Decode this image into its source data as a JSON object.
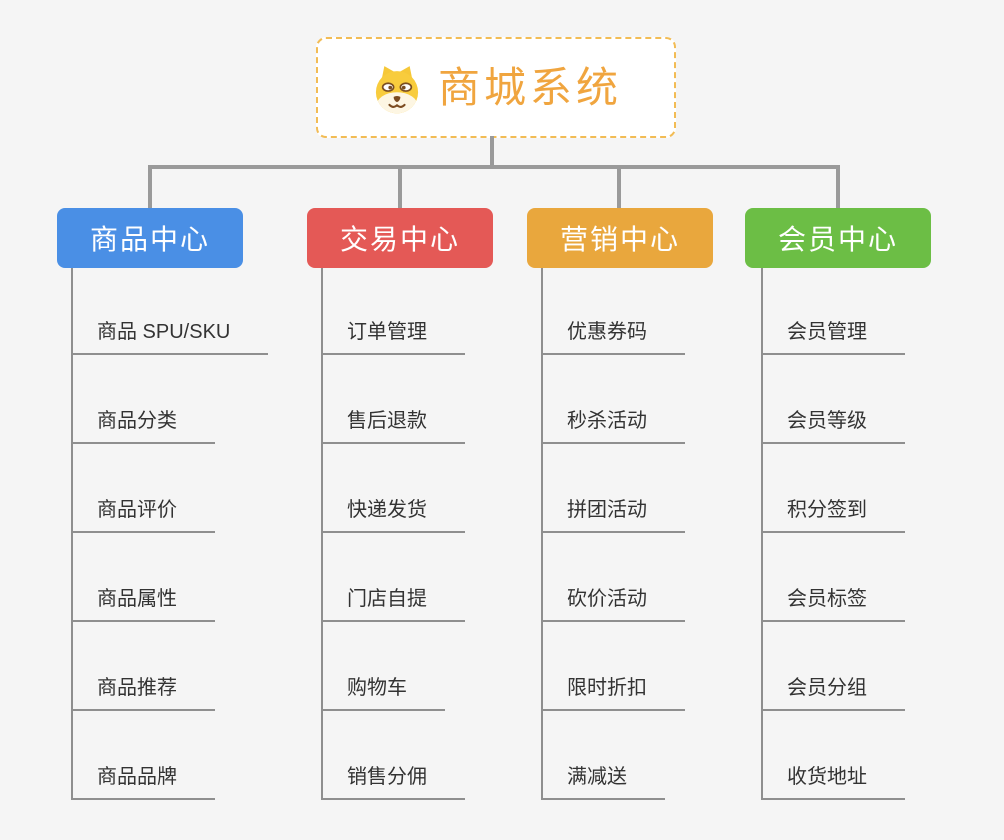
{
  "root": {
    "title": "商城系统",
    "icon": "dog-face-icon"
  },
  "branches": [
    {
      "label": "商品中心",
      "color": "#4A8FE5",
      "items": [
        "商品 SPU/SKU",
        "商品分类",
        "商品评价",
        "商品属性",
        "商品推荐",
        "商品品牌"
      ]
    },
    {
      "label": "交易中心",
      "color": "#E45956",
      "items": [
        "订单管理",
        "售后退款",
        "快递发货",
        "门店自提",
        "购物车",
        "销售分佣"
      ]
    },
    {
      "label": "营销中心",
      "color": "#E9A73D",
      "items": [
        "优惠券码",
        "秒杀活动",
        "拼团活动",
        "砍价活动",
        "限时折扣",
        "满减送"
      ]
    },
    {
      "label": "会员中心",
      "color": "#6CBE45",
      "items": [
        "会员管理",
        "会员等级",
        "积分签到",
        "会员标签",
        "会员分组",
        "收货地址"
      ]
    }
  ],
  "palette": {
    "background": "#F5F5F5",
    "connector": "#9A9A9A",
    "spine_line": "#8F8F8F",
    "item_text": "#333333",
    "root_background": "#FFFFFF",
    "root_border": "#F2BC55",
    "root_text": "#F0A53F"
  }
}
